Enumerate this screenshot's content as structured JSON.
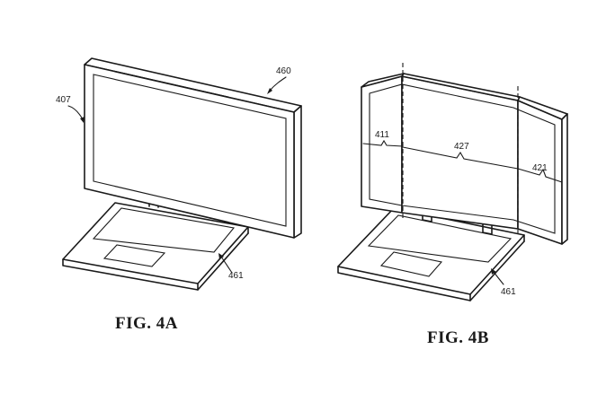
{
  "figures": {
    "a": {
      "caption": "FIG. 4A",
      "refs": {
        "display": "460",
        "frame": "407",
        "base": "461"
      }
    },
    "b": {
      "caption": "FIG. 4B",
      "refs": {
        "left_panel": "411",
        "center_panel": "427",
        "right_panel": "421",
        "base": "461"
      }
    }
  }
}
